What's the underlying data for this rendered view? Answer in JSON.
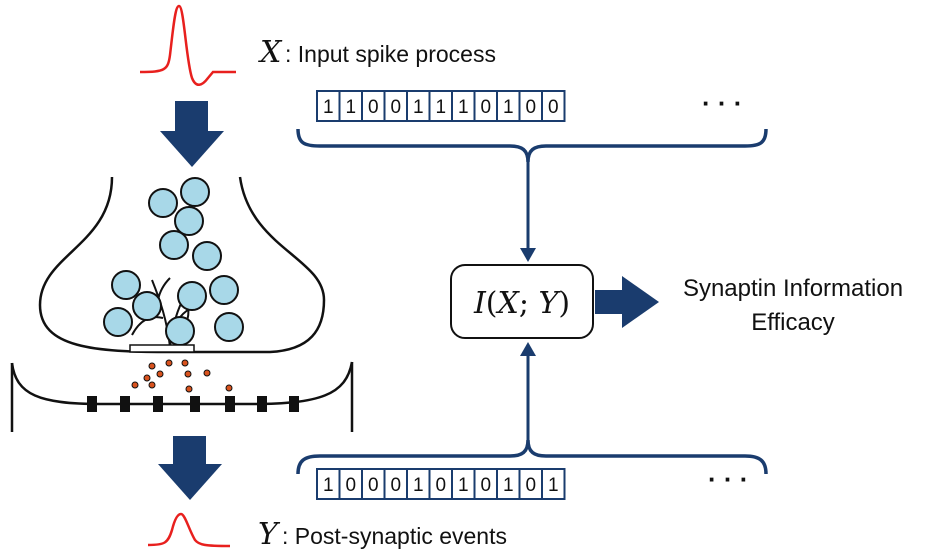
{
  "input_label": {
    "symbol": "X",
    "text": ": Input spike process"
  },
  "output_label": {
    "symbol": "Y",
    "text": ": Post-synaptic events"
  },
  "input_bits": [
    "1",
    "1",
    "0",
    "0",
    "1",
    "1",
    "1",
    "0",
    "1",
    "0",
    "0"
  ],
  "output_bits": [
    "1",
    "0",
    "0",
    "0",
    "1",
    "0",
    "1",
    "0",
    "1",
    "0",
    "1"
  ],
  "ellipsis": "· · ·",
  "mi_box": {
    "I": "I",
    "open": "(",
    "X": "X",
    "sep": "; ",
    "Y": "Y",
    "close": ")"
  },
  "result_label": {
    "line1": "Synaptin Information",
    "line2": "Efficacy"
  },
  "colors": {
    "blue_dark": "#1a3c6e",
    "spike_red": "#e8201e",
    "vesicle_fill": "#a8d8e8",
    "neurotransmitter": "#d9531e"
  }
}
